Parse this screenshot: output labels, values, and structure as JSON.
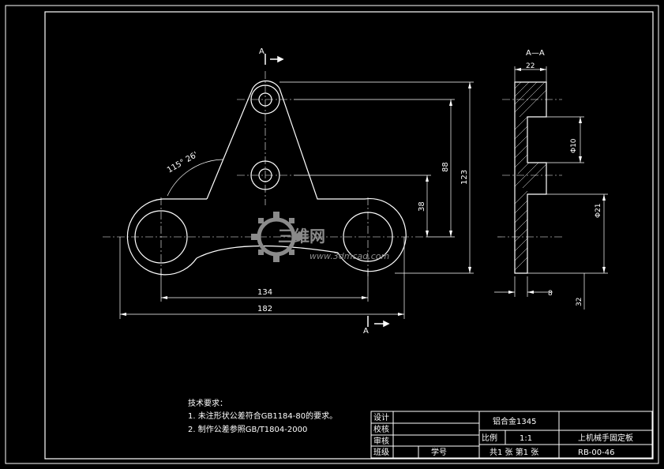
{
  "drawing": {
    "section_mark": "A",
    "section_title": "A—A",
    "dimensions": {
      "width_overall": "182",
      "hole_spacing": "134",
      "height_overall": "123",
      "height_upper": "88",
      "height_lower": "38",
      "angle": "115° 26'",
      "thickness_top": "22",
      "bore_small": "Φ10",
      "bore_large": "Φ21",
      "bottom_width": "8",
      "bottom_dim": "32"
    }
  },
  "notes": {
    "title": "技术要求：",
    "line1": "1. 未注形状公差符合GB1184-80的要求。",
    "line2": "2. 制作公差参照GB/T1804-2000"
  },
  "title_block": {
    "design": "设计",
    "check": "校核",
    "review": "审核",
    "class": "班级",
    "student_id": "学号",
    "material": "铝合金1345",
    "scale_label": "比例",
    "scale": "1:1",
    "sheets": "共1 张  第1 张",
    "part_name": "上机械手固定板",
    "drawing_no": "RB-00-46"
  },
  "watermark": {
    "brand": "三维网",
    "url": "www.3dmcad.com"
  },
  "colors": {
    "background": "#000000",
    "lines": "#ffffff",
    "watermark": "#8a8a8a"
  }
}
